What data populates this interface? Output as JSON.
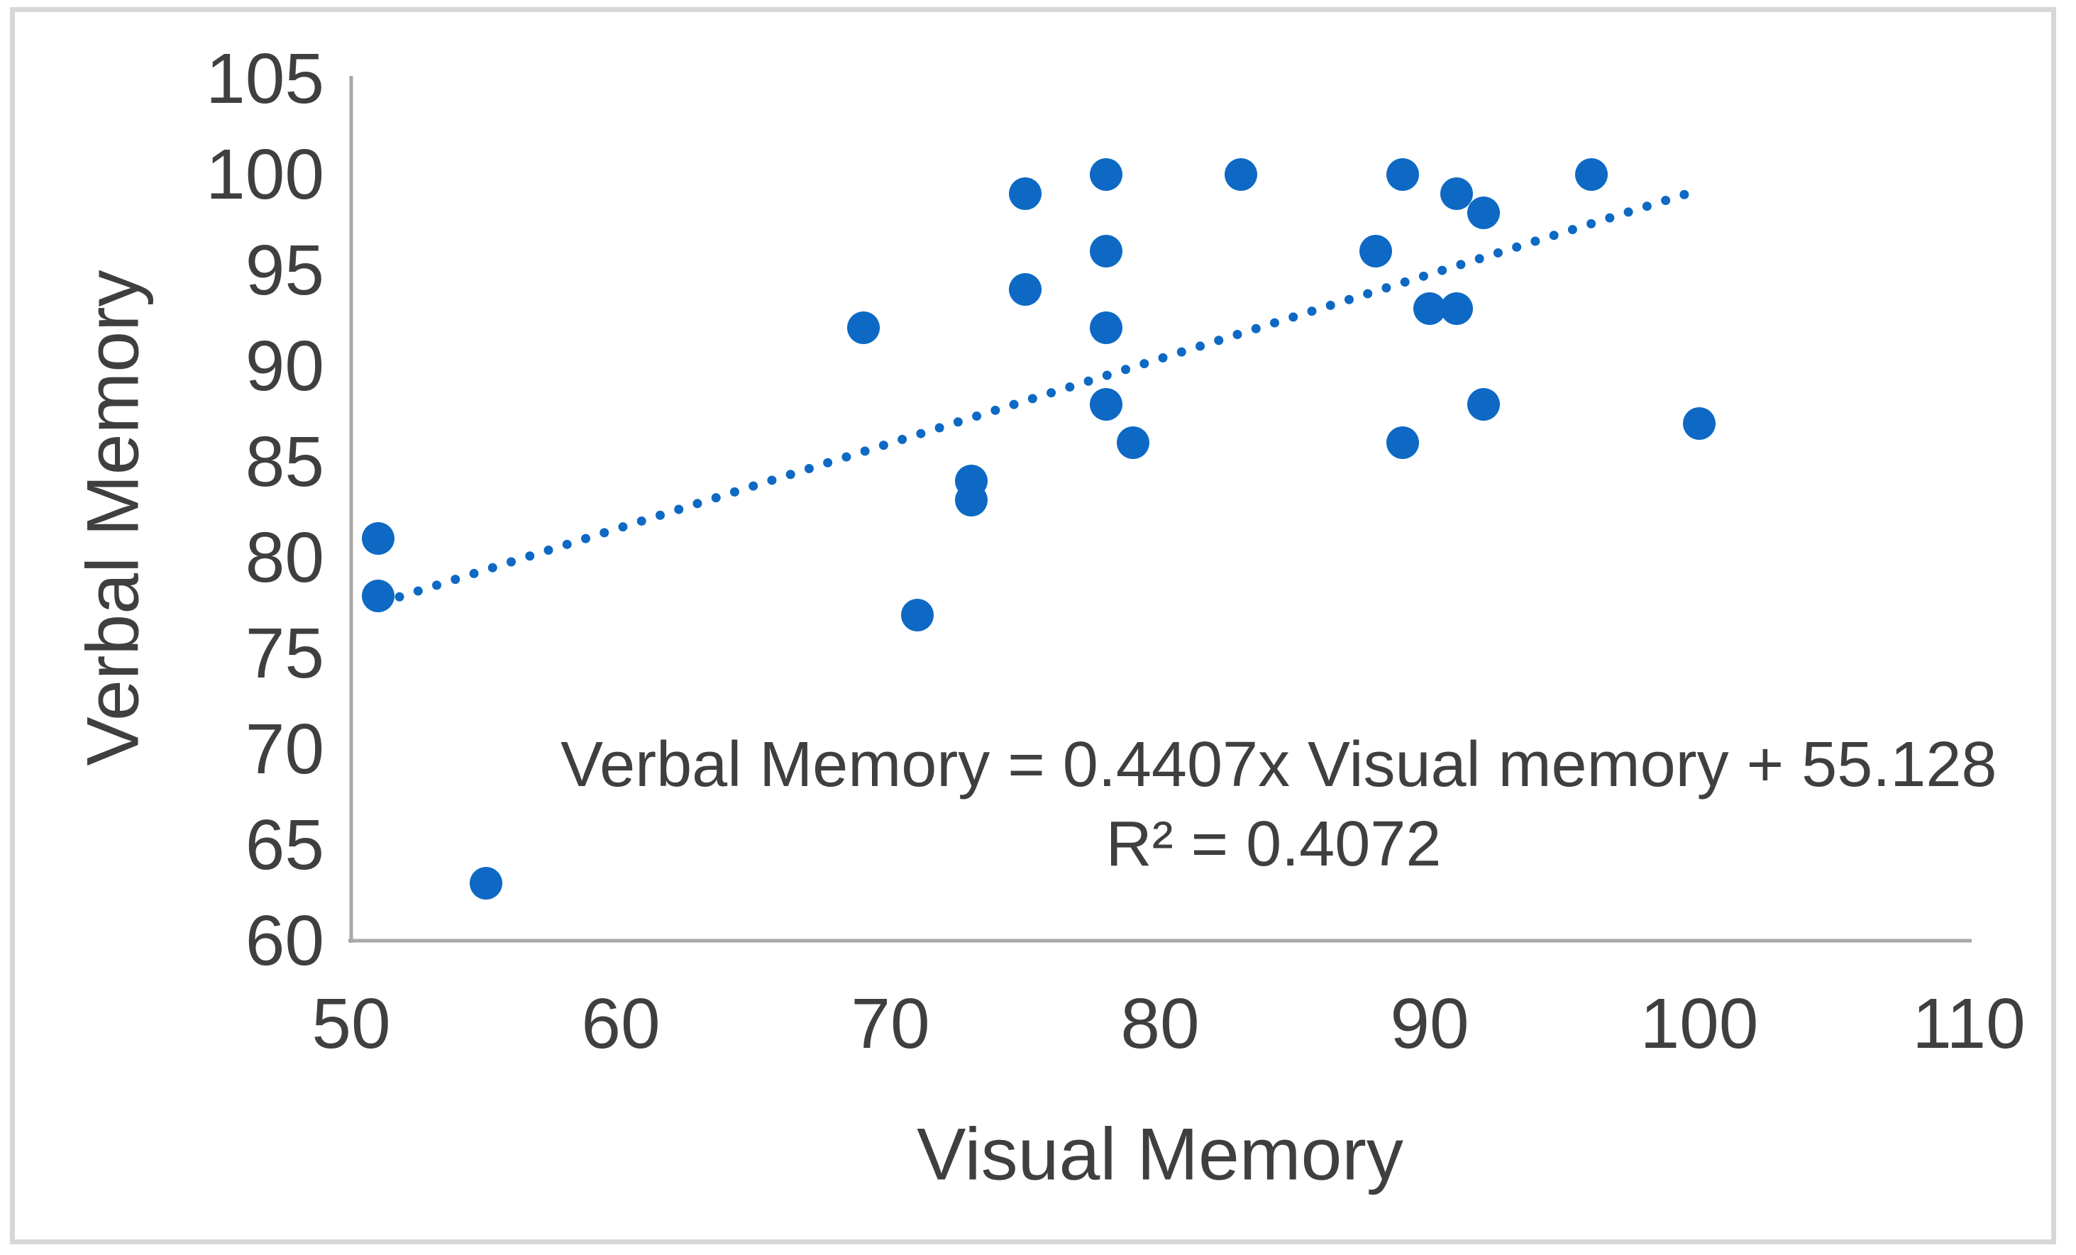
{
  "chart_data": {
    "type": "scatter",
    "title": "",
    "xlabel": "Visual Memory",
    "ylabel": "Verbal Memory",
    "xlim": [
      50,
      110
    ],
    "ylim": [
      60,
      105
    ],
    "x_tick_step": 10,
    "y_tick_step": 5,
    "x_ticks": [
      50,
      60,
      70,
      80,
      90,
      100,
      110
    ],
    "y_ticks": [
      60,
      65,
      70,
      75,
      80,
      85,
      90,
      95,
      100,
      105
    ],
    "grid": false,
    "legend": false,
    "points": [
      {
        "x": 51,
        "y": 81
      },
      {
        "x": 51,
        "y": 78
      },
      {
        "x": 55,
        "y": 63
      },
      {
        "x": 69,
        "y": 92
      },
      {
        "x": 71,
        "y": 77
      },
      {
        "x": 73,
        "y": 83
      },
      {
        "x": 73,
        "y": 84
      },
      {
        "x": 75,
        "y": 94
      },
      {
        "x": 75,
        "y": 99
      },
      {
        "x": 78,
        "y": 88
      },
      {
        "x": 78,
        "y": 92
      },
      {
        "x": 78,
        "y": 96
      },
      {
        "x": 78,
        "y": 100
      },
      {
        "x": 79,
        "y": 86
      },
      {
        "x": 83,
        "y": 100
      },
      {
        "x": 88,
        "y": 96
      },
      {
        "x": 89,
        "y": 86
      },
      {
        "x": 89,
        "y": 100
      },
      {
        "x": 90,
        "y": 93
      },
      {
        "x": 91,
        "y": 93
      },
      {
        "x": 91,
        "y": 99
      },
      {
        "x": 92,
        "y": 88
      },
      {
        "x": 92,
        "y": 98
      },
      {
        "x": 96,
        "y": 100
      },
      {
        "x": 100,
        "y": 87
      }
    ],
    "trendline": {
      "slope": 0.4407,
      "intercept": 55.128,
      "x_start": 51.1,
      "x_end": 99.8,
      "style": "dotted"
    },
    "r_squared": 0.4072,
    "equation": {
      "line1": "Verbal Memory = 0.4407x Visual memory + 55.128",
      "line2": "R² = 0.4072"
    },
    "colors": {
      "marker": "#0d69c4",
      "trendline": "#0d69c4",
      "axis_line": "#a8a8a8",
      "text": "#3f3f3f",
      "figure_border": "#d7d7d7"
    }
  }
}
